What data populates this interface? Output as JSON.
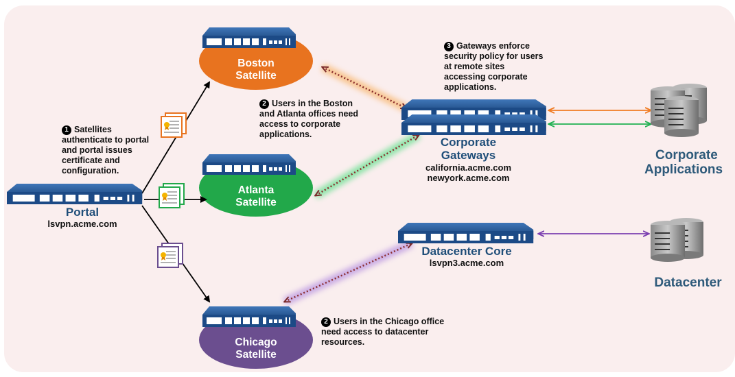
{
  "portal": {
    "title": "Portal",
    "host": "lsvpn.acme.com"
  },
  "satellites": {
    "boston": {
      "line1": "Boston",
      "line2": "Satellite",
      "color": "#e8731f"
    },
    "atlanta": {
      "line1": "Atlanta",
      "line2": "Satellite",
      "color": "#22a84a"
    },
    "chicago": {
      "line1": "Chicago",
      "line2": "Satellite",
      "color": "#6b4e8f"
    }
  },
  "gateways": {
    "line1": "Corporate",
    "line2": "Gateways",
    "host1": "california.acme.com",
    "host2": "newyork.acme.com"
  },
  "datacenter_core": {
    "title": "Datacenter Core",
    "host": "lsvpn3.acme.com"
  },
  "corporate_apps": {
    "line1": "Corporate",
    "line2": "Applications"
  },
  "datacenter": {
    "title": "Datacenter"
  },
  "notes": {
    "n1": {
      "step": "1",
      "lines": [
        "Satellites",
        "authenticate to portal",
        "and portal issues",
        "certificate and",
        "configuration."
      ]
    },
    "n2a": {
      "step": "2",
      "lines": [
        "Users in the Boston",
        "and Atlanta offices need",
        "access to corporate",
        "applications."
      ]
    },
    "n3": {
      "step": "3",
      "lines": [
        "Gateways enforce",
        "security policy  for users",
        "at remote sites",
        "accessing corporate",
        "applications."
      ]
    },
    "n2b": {
      "step": "2",
      "lines": [
        "Users in the Chicago office",
        "need access to datacenter",
        "resources."
      ]
    }
  },
  "colors": {
    "background_panel": "#faeeee",
    "device_blue": "#1f4e8c",
    "boston_link": "#f07b22",
    "atlanta_link": "#1eb050",
    "chicago_link": "#8a5cb8",
    "dark_link": "#8b2e2e"
  }
}
